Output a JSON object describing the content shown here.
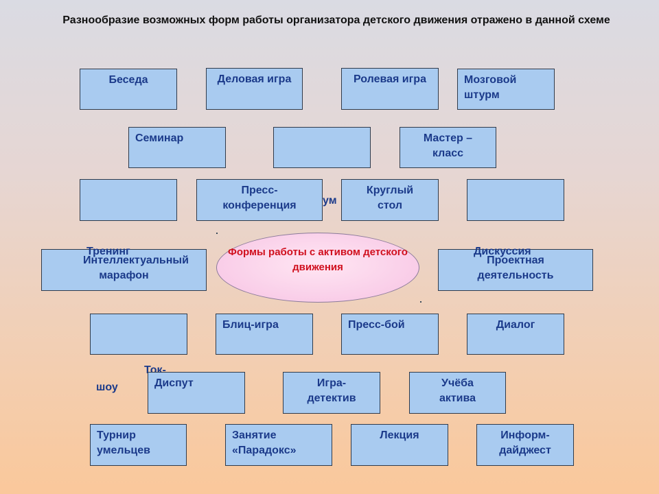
{
  "title": "Разнообразие возможных форм работы организатора детского движения отражено в данной схеме",
  "center": "Формы работы с активом детского движения",
  "boxes": {
    "beseda": "Беседа",
    "delovaya_igra": "Деловая игра",
    "rolevaya_igra": "Ролевая игра",
    "mozgovoy_shturm": "Мозговой штурм",
    "seminar": "Семинар",
    "empty_1": "",
    "master_klass": "Мастер – класс",
    "empty_2": "",
    "press_konferenciya": "Пресс-конференция",
    "krugly_stol": "Круглый стол",
    "empty_3": "",
    "intellektualny_marafon": "Интеллектуальный марафон",
    "proektnaya_deyatelnost": "Проектная деятельность",
    "empty_4": "",
    "blic_igra": "Блиц-игра",
    "press_boy": "Пресс-бой",
    "dialog": "Диалог",
    "disput": "Диспут",
    "igra_detektiv": "Игра-детектив",
    "ucheba_aktiva": "Учёба актива",
    "turnir_umelcev": "Турнир умельцев",
    "zanyatie_paradoks": "Занятие «Парадокс»",
    "lekciya": "Лекция",
    "inform_daydzhest": "Информ-дайджест"
  },
  "overlaps": {
    "praktikum_fragment": "кум",
    "trening": "Тренинг",
    "diskussiya": "Дискуссия",
    "tok": "Ток-",
    "shou": "шоу"
  }
}
